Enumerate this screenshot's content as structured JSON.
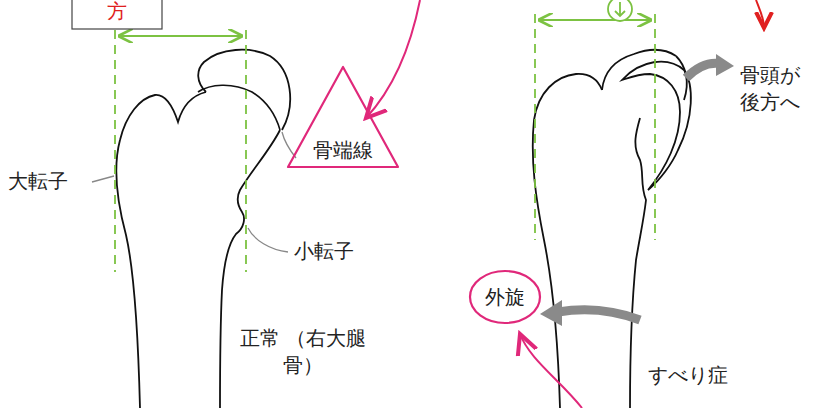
{
  "diagram": {
    "nodes": [
      {
        "text": [
          "方"
        ]
      },
      {
        "text": [
          "骨端線"
        ]
      },
      {
        "text": [
          "外旋"
        ]
      }
    ],
    "labels": [
      "大転子",
      "小転子",
      "正常 （右大腿骨）",
      "骨頭が 後方へ",
      "すべり症"
    ]
  }
}
